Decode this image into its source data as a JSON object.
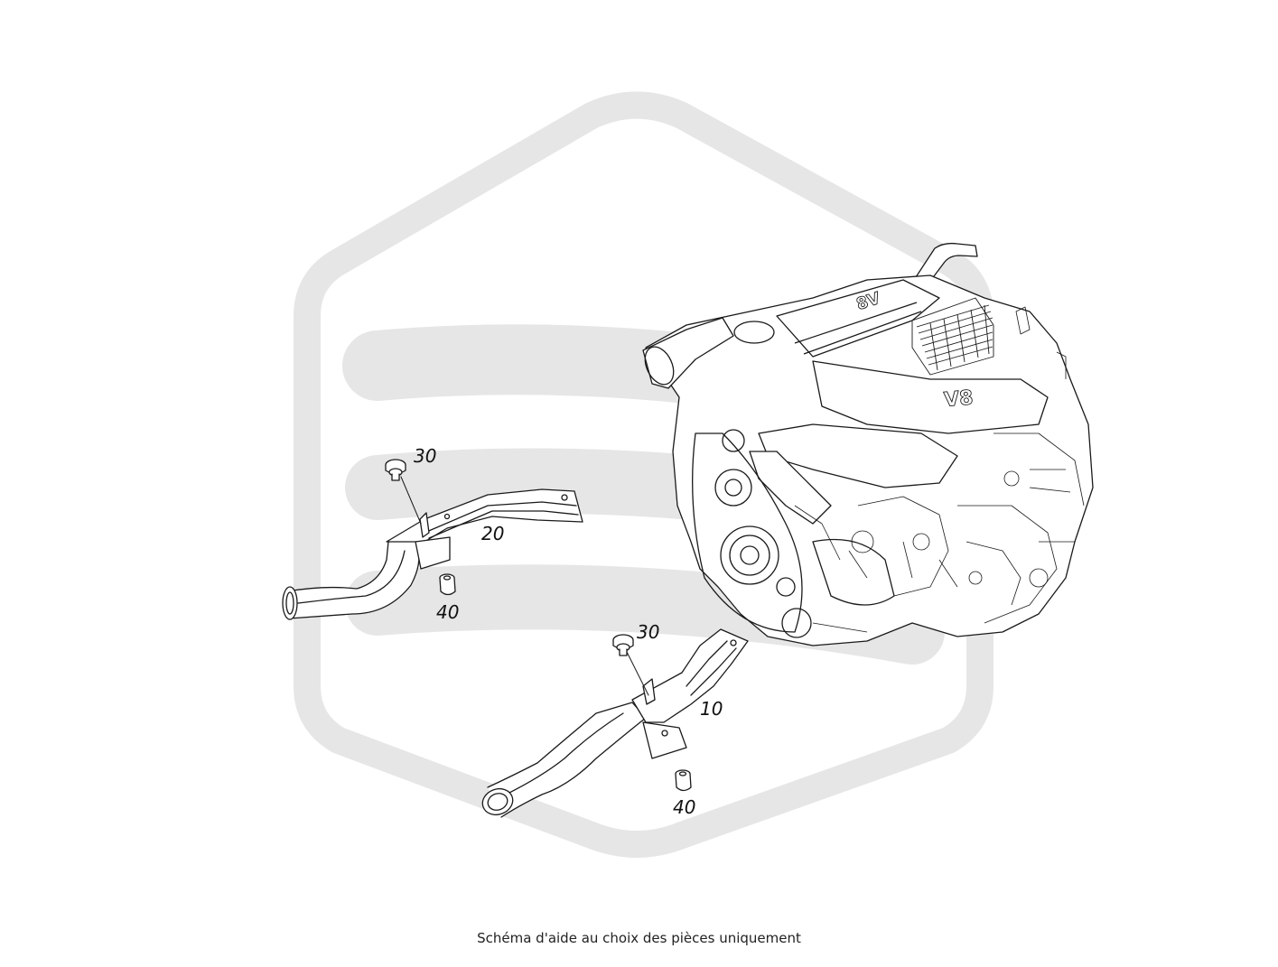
{
  "caption": "Schéma d'aide au choix des pièces uniquement",
  "colors": {
    "watermark": "#e6e6e6",
    "line": "#1a1a1a",
    "label": "#111111"
  },
  "engine": {
    "badge_top": "V8",
    "badge_front": "V8"
  },
  "labels": {
    "upper_bolt": "30",
    "upper_pipe": "20",
    "upper_nut": "40",
    "lower_bolt": "30",
    "lower_pipe": "10",
    "lower_nut": "40"
  }
}
